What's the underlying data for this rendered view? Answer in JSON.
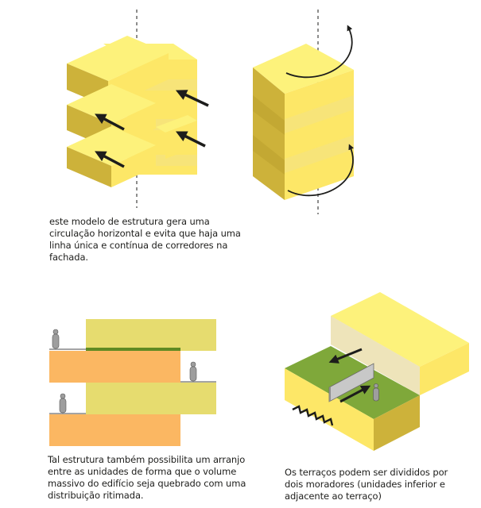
{
  "colors": {
    "top": "#fdf27b",
    "front": "#fde767",
    "side": "#cdb23a",
    "stripe": "#f7e479",
    "grass": "#7fa83a",
    "grass_dark": "#5f8a23",
    "orange": "#fbb762",
    "olive": "#e6dc6f",
    "person": "#9e9e9e",
    "arrow": "#1d1d1b"
  },
  "icons": {
    "arrow": "arrow-icon",
    "curved_arrow": "curved-arrow-icon",
    "person": "person-icon",
    "stairs": "stairs-icon",
    "axis": "dashed-axis"
  },
  "captions": {
    "top_left": "este modelo de estrutura gera uma circulação horizontal e evita que haja uma linha única e contínua de corredores na fachada.",
    "bottom_left": "Tal estrutura também possibilita um arranjo entre as unidades de forma que o volume massivo do edifício seja quebrado com uma distribuição ritimada.",
    "bottom_right": "Os terraços podem ser divididos por dois moradores (unidades inferior e adjacente ao terraço)"
  }
}
